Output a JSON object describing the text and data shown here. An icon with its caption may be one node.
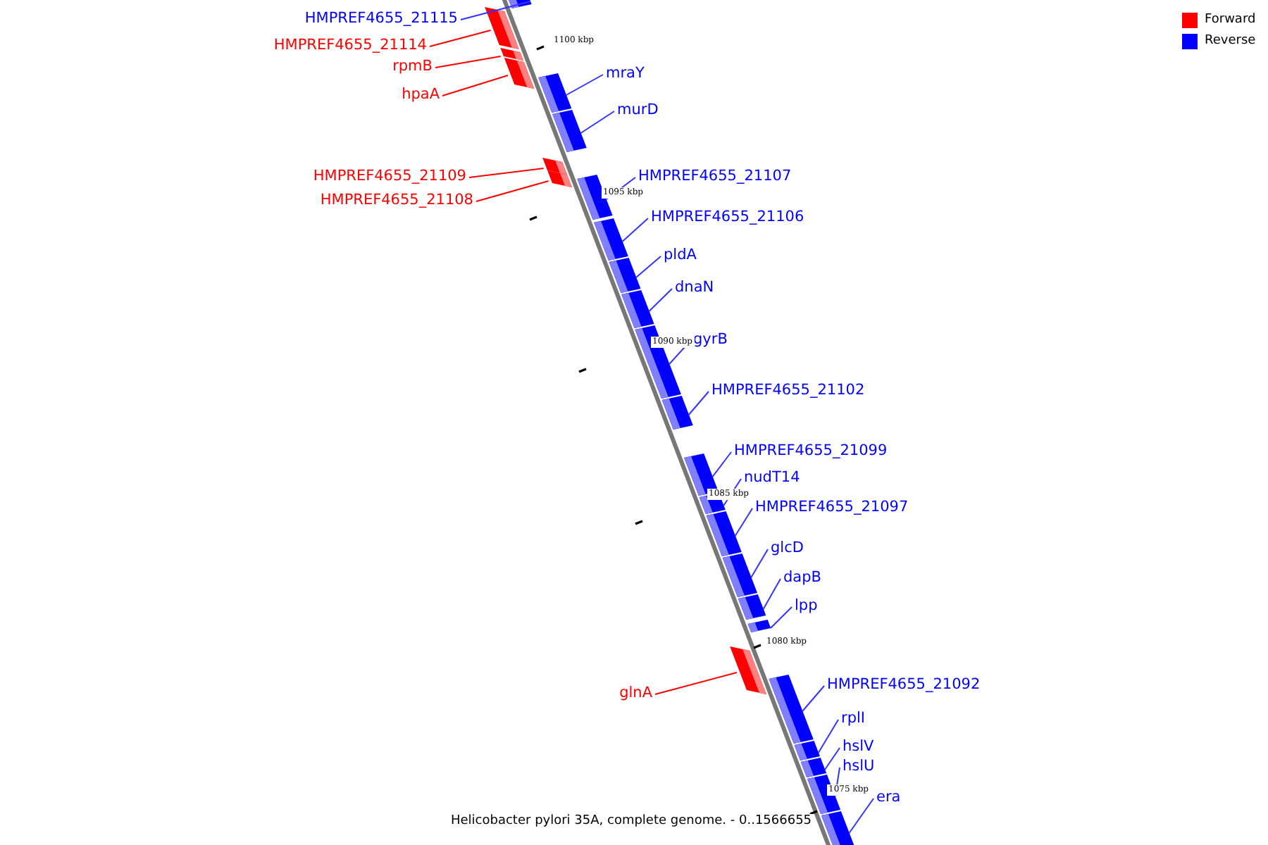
{
  "diagram": {
    "caption": "Helicobacter pylori 35A, complete genome. - 0..1566655",
    "nodes": [
      {
        "text": [
          "HMPREF4655_21115"
        ]
      },
      {
        "text": [],
        "shape": "bar"
      },
      {
        "text": [
          "HMPREF4655_21114"
        ]
      },
      {
        "text": [],
        "shape": "bar"
      },
      {
        "text": [
          "rpmB"
        ]
      },
      {
        "text": [],
        "shape": "bar"
      },
      {
        "text": [
          "hpaA"
        ]
      },
      {
        "text": [],
        "shape": "bar"
      },
      {
        "text": [
          "mraY"
        ]
      },
      {
        "text": [],
        "shape": "bar"
      },
      {
        "text": [
          "murD"
        ]
      },
      {
        "text": [],
        "shape": "bar"
      },
      {
        "text": [
          "HMPREF4655_21109"
        ]
      },
      {
        "text": [],
        "shape": "bar"
      },
      {
        "text": [
          "HMPREF4655_21108"
        ]
      },
      {
        "text": [],
        "shape": "bar"
      },
      {
        "text": [
          "HMPREF4655_21107"
        ]
      },
      {
        "text": [],
        "shape": "bar"
      },
      {
        "text": [
          "HMPREF4655_21106"
        ]
      },
      {
        "text": [],
        "shape": "bar"
      },
      {
        "text": [
          "pldA"
        ]
      },
      {
        "text": [],
        "shape": "bar"
      },
      {
        "text": [
          "dnaN"
        ]
      },
      {
        "text": [],
        "shape": "bar"
      },
      {
        "text": [
          "gyrB"
        ]
      },
      {
        "text": [],
        "shape": "bar"
      },
      {
        "text": [
          "HMPREF4655_21102"
        ]
      },
      {
        "text": [],
        "shape": "bar"
      },
      {
        "text": [
          "HMPREF4655_21099"
        ]
      },
      {
        "text": [],
        "shape": "bar"
      },
      {
        "text": [
          "nudT14"
        ]
      },
      {
        "text": [],
        "shape": "bar"
      },
      {
        "text": [
          "HMPREF4655_21097"
        ]
      },
      {
        "text": [],
        "shape": "bar"
      },
      {
        "text": [
          "glcD"
        ]
      },
      {
        "text": [],
        "shape": "bar"
      },
      {
        "text": [
          "dapB"
        ]
      },
      {
        "text": [],
        "shape": "bar"
      },
      {
        "text": [
          "lpp"
        ]
      },
      {
        "text": [],
        "shape": "bar"
      },
      {
        "text": [
          "glnA"
        ]
      },
      {
        "text": [],
        "shape": "bar"
      },
      {
        "text": [
          "HMPREF4655_21092"
        ]
      },
      {
        "text": [],
        "shape": "bar"
      },
      {
        "text": [
          "rplI"
        ]
      },
      {
        "text": [],
        "shape": "bar"
      },
      {
        "text": [
          "hslV"
        ]
      },
      {
        "text": [],
        "shape": "bar"
      },
      {
        "text": [
          "hslU"
        ]
      },
      {
        "text": [],
        "shape": "bar"
      },
      {
        "text": [
          "era"
        ]
      },
      {
        "text": [],
        "shape": "bar"
      }
    ],
    "edges": [
      {
        "from": 0,
        "to": 1,
        "arrow": "none"
      },
      {
        "from": 2,
        "to": 3,
        "arrow": "none",
        "color": "#ff0000"
      },
      {
        "from": 4,
        "to": 5,
        "arrow": "none",
        "color": "#ff0000"
      },
      {
        "from": 6,
        "to": 7,
        "arrow": "none",
        "color": "#ff0000"
      },
      {
        "from": 8,
        "to": 9,
        "arrow": "none"
      },
      {
        "from": 10,
        "to": 11,
        "arrow": "none"
      },
      {
        "from": 12,
        "to": 13,
        "arrow": "none",
        "color": "#ff0000"
      },
      {
        "from": 14,
        "to": 15,
        "arrow": "none",
        "color": "#ff0000"
      },
      {
        "from": 16,
        "to": 17,
        "arrow": "none"
      },
      {
        "from": 18,
        "to": 19,
        "arrow": "none"
      },
      {
        "from": 20,
        "to": 21,
        "arrow": "none"
      },
      {
        "from": 22,
        "to": 23,
        "arrow": "none"
      },
      {
        "from": 24,
        "to": 25,
        "arrow": "none"
      },
      {
        "from": 26,
        "to": 27,
        "arrow": "none"
      },
      {
        "from": 28,
        "to": 29,
        "arrow": "none"
      },
      {
        "from": 30,
        "to": 31,
        "arrow": "none"
      },
      {
        "from": 32,
        "to": 33,
        "arrow": "none"
      },
      {
        "from": 34,
        "to": 35,
        "arrow": "none"
      },
      {
        "from": 36,
        "to": 37,
        "arrow": "none"
      },
      {
        "from": 38,
        "to": 39,
        "arrow": "none"
      },
      {
        "from": 40,
        "to": 41,
        "arrow": "none",
        "color": "#ff0000"
      },
      {
        "from": 42,
        "to": 43,
        "arrow": "none"
      },
      {
        "from": 44,
        "to": 45,
        "arrow": "none"
      },
      {
        "from": 46,
        "to": 47,
        "arrow": "none"
      },
      {
        "from": 48,
        "to": 49,
        "arrow": "none"
      },
      {
        "from": 50,
        "to": 51,
        "arrow": "none"
      }
    ],
    "labels": [
      "1100 kbp",
      "1095 kbp",
      "1090 kbp",
      "1085 kbp",
      "1080 kbp",
      "1075 kbp"
    ],
    "legend": [
      {
        "text": "Forward",
        "color": "#ff0000"
      },
      {
        "text": "Reverse",
        "color": "#0000ff"
      }
    ]
  }
}
